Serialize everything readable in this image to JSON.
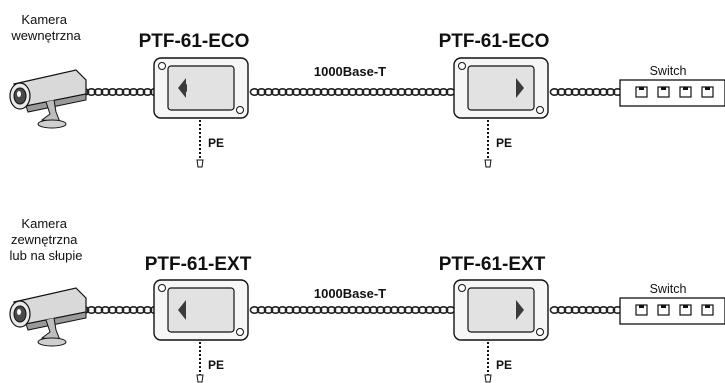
{
  "colors": {
    "ink": "#111111",
    "device_fill": "#f6f6f6",
    "device_inner": "#e2e2e2",
    "arrow": "#3b3b3b",
    "cable": "#222222",
    "camera_body": "#d9d9d9",
    "camera_dark": "#4a4a4a"
  },
  "icons": [
    "camera-icon",
    "surge-protector-icon",
    "switch-icon",
    "ground-cable-icon",
    "twisted-cable-icon",
    "screw-icon",
    "arrow-left-icon",
    "arrow-right-icon"
  ],
  "rows": [
    {
      "camera_label": [
        "Kamera",
        "wewnętrzna"
      ],
      "left_device": "PTF-61-ECO",
      "right_device": "PTF-61-ECO",
      "link_label": "1000Base-T",
      "left_pe": "PE",
      "right_pe": "PE",
      "switch_label": "Switch",
      "switch_ports": 4
    },
    {
      "camera_label": [
        "Kamera",
        "zewnętrzna",
        "lub na słupie"
      ],
      "left_device": "PTF-61-EXT",
      "right_device": "PTF-61-EXT",
      "link_label": "1000Base-T",
      "left_pe": "PE",
      "right_pe": "PE",
      "switch_label": "Switch",
      "switch_ports": 4
    }
  ]
}
